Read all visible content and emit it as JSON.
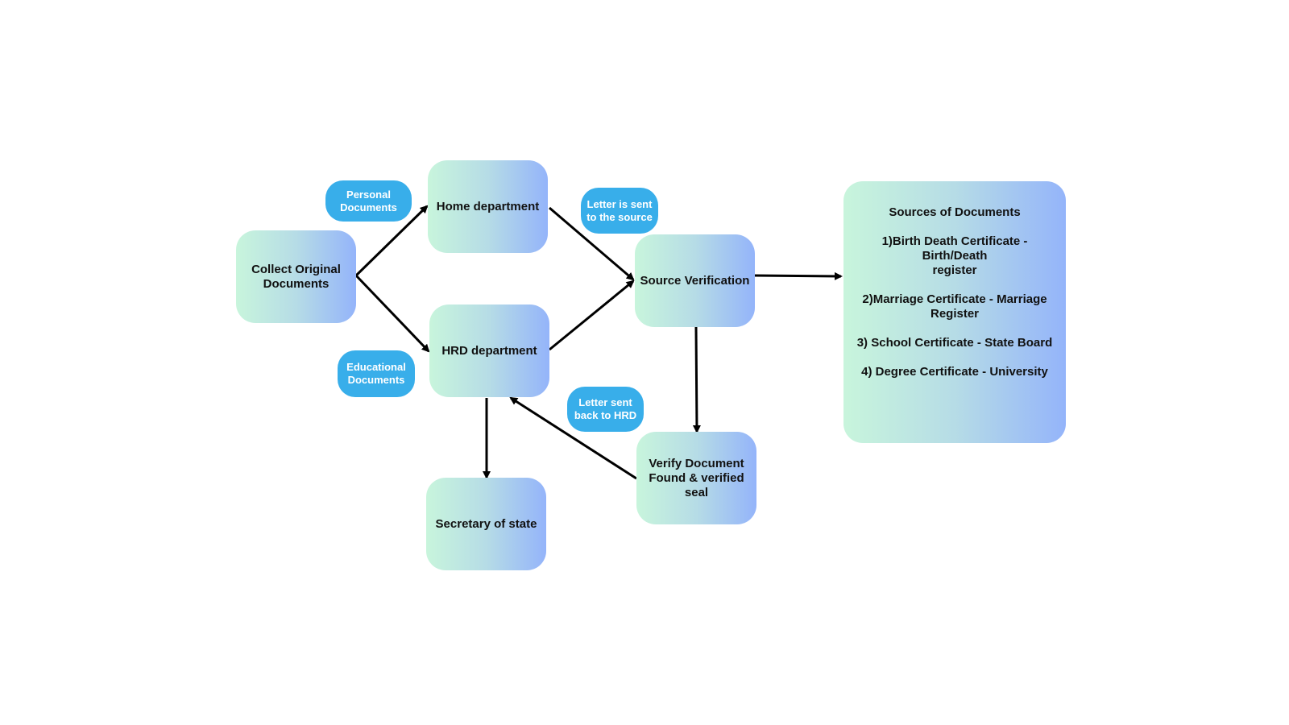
{
  "nodes": {
    "collect": "Collect Original\nDocuments",
    "home": "Home department",
    "hrd": "HRD department",
    "source_verification": "Source Verification",
    "verify": "Verify Document\nFound & verified\nseal",
    "secretary": "Secretary of state"
  },
  "labels": {
    "personal": "Personal\nDocuments",
    "educational": "Educational\nDocuments",
    "letter_source": "Letter is sent\nto the source",
    "letter_hrd": "Letter sent\nback to HRD"
  },
  "sources": {
    "title": "Sources of Documents",
    "items": [
      "1)Birth Death Certificate - Birth/Death\nregister",
      "2)Marriage Certificate - Marriage\nRegister",
      "3) School Certificate - State Board",
      "4) Degree Certificate - University"
    ]
  },
  "colors": {
    "node_gradient_start": "#c8f5dc",
    "node_gradient_end": "#94b4fa",
    "pill": "#38aeea",
    "arrow": "#000000"
  }
}
